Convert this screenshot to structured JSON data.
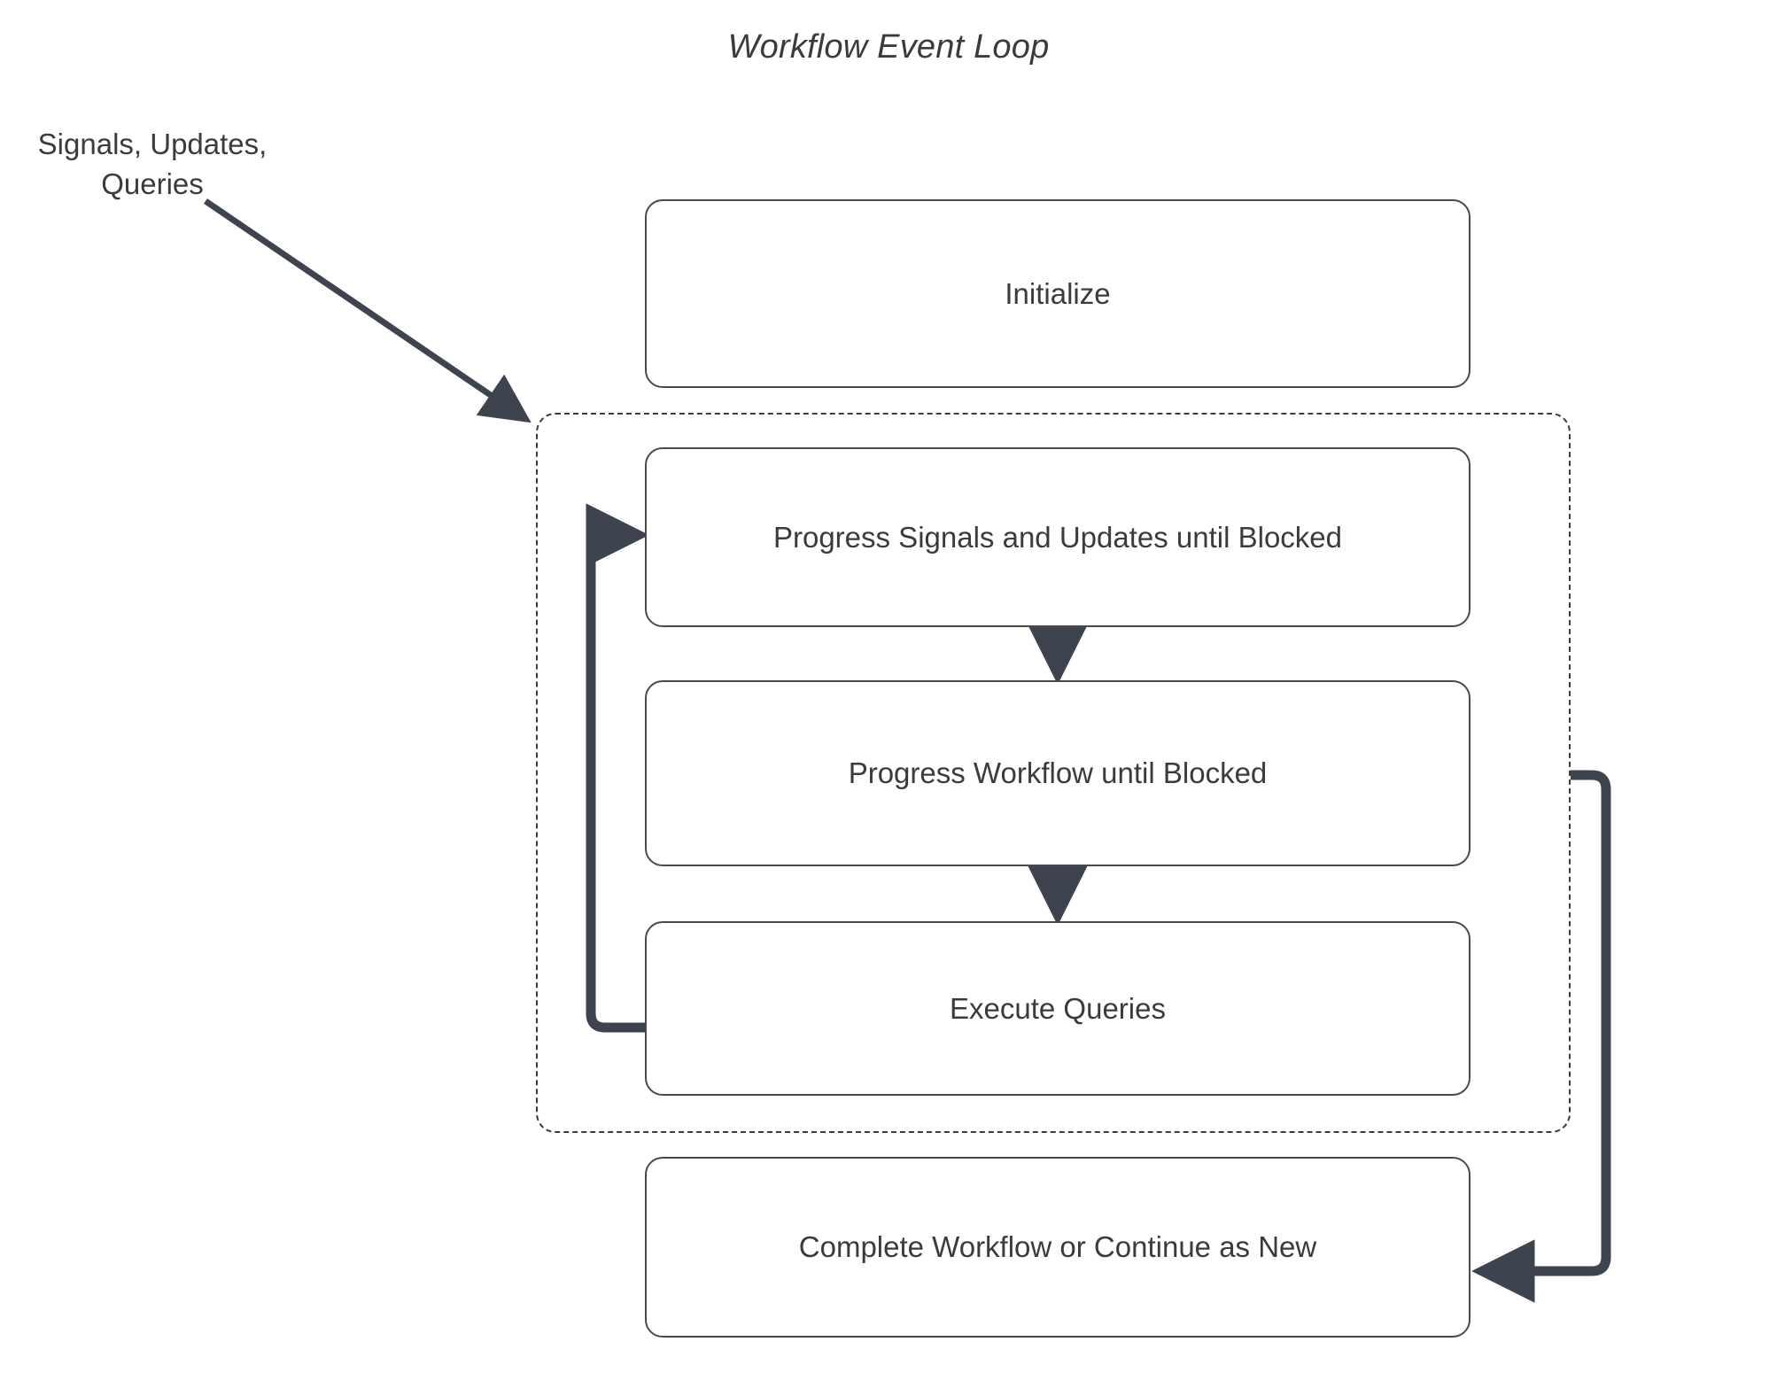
{
  "diagram": {
    "title": "Workflow Event Loop",
    "type": "flowchart",
    "background_color": "#ffffff",
    "node_border_color": "#4a4a4a",
    "edge_color": "#3d4450",
    "text_color": "#3b3b3b",
    "external_label": "Signals, Updates,\nQueries",
    "loop_region": {
      "name": "event-loop-region",
      "border_style": "dashed",
      "label": ""
    },
    "nodes": [
      {
        "id": "initialize",
        "label": "Initialize"
      },
      {
        "id": "progress-signals",
        "label": "Progress Signals and Updates until Blocked"
      },
      {
        "id": "progress-workflow",
        "label": "Progress Workflow until Blocked"
      },
      {
        "id": "execute-queries",
        "label": "Execute Queries"
      },
      {
        "id": "complete-workflow",
        "label": "Complete Workflow or Continue as New"
      }
    ],
    "edges": [
      {
        "id": "signals-to-loop",
        "from": "Signals, Updates, Queries",
        "to": "event-loop-region",
        "label": "",
        "style": "thin-diagonal-arrow"
      },
      {
        "id": "signals-to-workflow",
        "from": "progress-signals",
        "to": "progress-workflow",
        "label": "",
        "style": "arrow-down"
      },
      {
        "id": "workflow-to-queries",
        "from": "progress-workflow",
        "to": "execute-queries",
        "label": "",
        "style": "arrow-down"
      },
      {
        "id": "queries-back-to-signals",
        "from": "execute-queries",
        "to": "progress-signals",
        "label": "",
        "style": "loop-back-left"
      },
      {
        "id": "loop-to-complete",
        "from": "event-loop-region",
        "to": "complete-workflow",
        "label": "",
        "style": "loop-exit-right"
      }
    ]
  }
}
